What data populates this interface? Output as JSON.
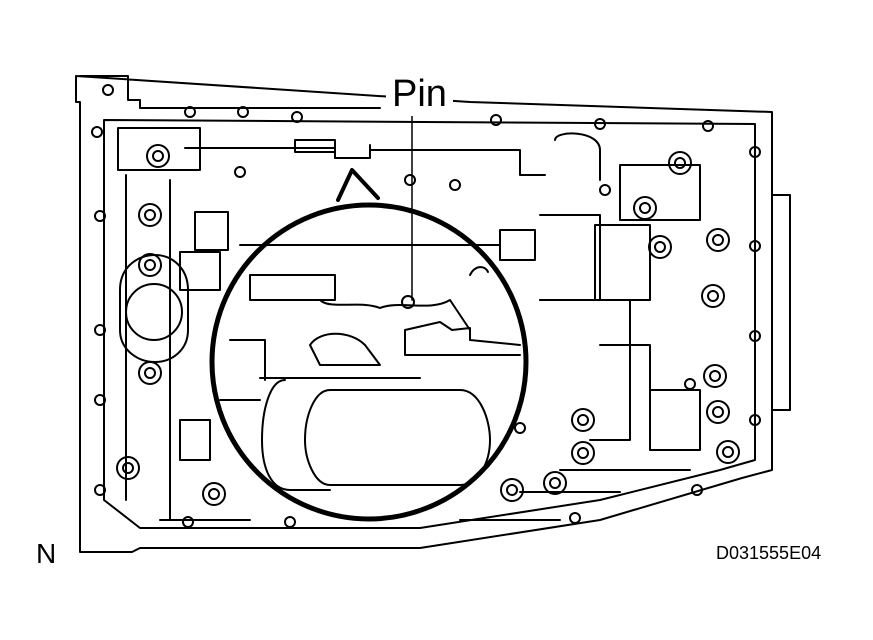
{
  "figure": {
    "callout_label": "Pin",
    "orientation_mark": "N",
    "figure_code": "D031555E04"
  },
  "colors": {
    "line": "#000000",
    "background": "#ffffff"
  }
}
